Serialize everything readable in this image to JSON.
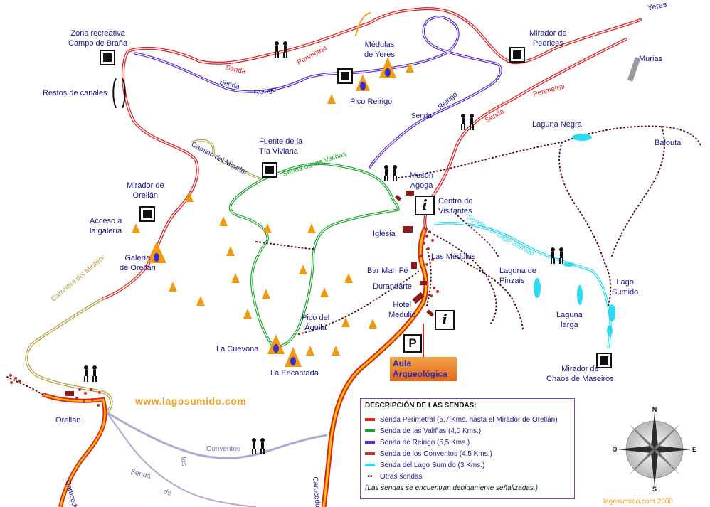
{
  "map": {
    "places": {
      "zona_recreativa": "Zona recreativa\nCampo de Braña",
      "restos_canales": "Restos de canales",
      "medulas_yeres": "Médulas\nde Yeres",
      "pico_reirigo": "Pico Reirigo",
      "mirador_pedrices": "Mirador de\nPedrices",
      "murias": "Murias",
      "yeres": "Yeres",
      "laguna_negra": "Laguna  Negra",
      "balouta": "Balouta",
      "fuente_tia_viviana": "Fuente de la\nTía Viviana",
      "meson_agoga": "Mesón\nAgoga",
      "centro_visitantes": "Centro de\nVisitantes",
      "mirador_orellan": "Mirador de\nOrellán",
      "acceso_galeria": "Acceso a\nla galería",
      "galeria_orellan": "Galería\nde Orellán",
      "iglesia": "Iglesia",
      "las_medulas": "Las Médulas",
      "bar_mari_fe": "Bar Mari Fé",
      "durandarte": "Durandarte",
      "hotel_medulio": "Hotel\nMedulio",
      "laguna_pinzais": "Laguna de\nPinzais",
      "lago_sumido": "Lago\nSumido",
      "laguna_larga": "Laguna\nlarga",
      "pico_aguila": "Pico del\nÁguila",
      "la_cuevona": "La Cuevona",
      "la_encantada": "La Encantada",
      "orellan": "Orellán",
      "mirador_chaos": "Mirador de\nChaos de Maseiros"
    },
    "route_texts": {
      "senda_perimetral_top": "Senda",
      "perimetral_top": "Perimetral",
      "senda_reirigo_1": "Senda",
      "reirigo_1": "Reirigo",
      "senda_reirigo_2": "Senda",
      "reirigo_2": "Reirigo",
      "senda_perimetral_right": "Senda",
      "perimetral_right": "Perimetral",
      "camino_mirador": "Camino del Mirador",
      "senda_valinas": "Senda de las Valiñas",
      "senda_lago": "Senda del Lago Sumido",
      "carretera_mirador": "Carretera del Mirador",
      "conventos": "Conventos",
      "senda_c": "Senda",
      "de_c": "de",
      "los_c": "los",
      "carucedo_left": "Carucedo",
      "carucedo_mid": "Carucedo"
    },
    "aula": "Aula\nArqueológica",
    "parking": "P",
    "info_symbol": "i",
    "website": "www.lagosumido.com",
    "credit": "lagosumido.com 2008",
    "compass_letters": {
      "n": "N",
      "s": "S",
      "e": "E",
      "o": "O"
    },
    "colors": {
      "perimetral": "#e02020",
      "valinas": "#1aa62a",
      "reirigo": "#5a2ad0",
      "conventos": "#c82a2a",
      "lago": "#2adcf0",
      "camino": "#b8a040",
      "road": "#e08a10",
      "peak": "#f29a10",
      "village": "#8c1a1a",
      "lake": "#2adcf0"
    }
  },
  "legend": {
    "title": "DESCRIPCIÓN DE LAS SENDAS:",
    "items": [
      {
        "label": "Senda Perimetral  (5,7 Kms. hasta el Mirador de Orellán)",
        "color": "#e02020"
      },
      {
        "label": "Senda de las Valiñas (4,0 Kms.)",
        "color": "#1aa62a"
      },
      {
        "label": "Senda de Reirigo (5,5 Kms.)",
        "color": "#5a2ad0"
      },
      {
        "label": "Senda de los Conventos (4,5 Kms.)",
        "color": "#c82a2a"
      },
      {
        "label": "Senda del Lago Sumido (3 Kms.)",
        "color": "#2adcf0"
      }
    ],
    "otras": "Otras sendas",
    "dots_symbol": "••",
    "note": "(Las sendas se encuentran debidamente señalizadas.)"
  }
}
